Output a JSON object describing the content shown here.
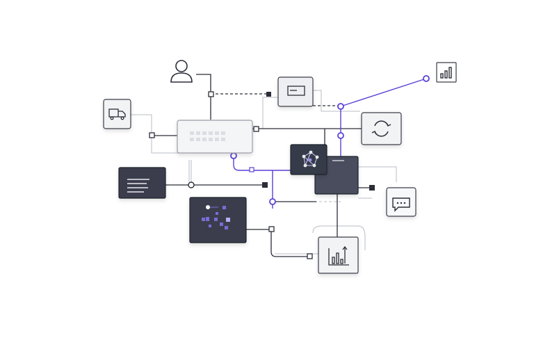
{
  "diagram": {
    "colors": {
      "background": "#ffffff",
      "line_dark": "#2b2d38",
      "line_light": "#b9bcc4",
      "accent": "#5b3fd6",
      "node_light_fill": "#f2f3f5",
      "node_light_stroke": "#3a3d48",
      "node_dark_fill": "#3a3e4d",
      "node_dark_stroke": "#1f2129",
      "icon_dark": "#2b2d38",
      "icon_light": "#e9eaf0",
      "icon_accent": "#7c6bd6"
    },
    "nodes": [
      {
        "id": "user",
        "icon": "user-icon"
      },
      {
        "id": "delivery",
        "icon": "truck-icon"
      },
      {
        "id": "browser-window",
        "icon": "window-icon"
      },
      {
        "id": "keyboard-panel",
        "icon": "keyboard-icon"
      },
      {
        "id": "document-list",
        "icon": "text-lines-icon"
      },
      {
        "id": "pixel-grid",
        "icon": "scatter-squares-icon"
      },
      {
        "id": "network-cluster",
        "icon": "network-icon"
      },
      {
        "id": "server-block",
        "icon": "server-icon"
      },
      {
        "id": "sync",
        "icon": "refresh-icon"
      },
      {
        "id": "analytics-small",
        "icon": "bar-chart-icon"
      },
      {
        "id": "message",
        "icon": "chat-bubble-icon"
      },
      {
        "id": "growth-chart",
        "icon": "chart-up-icon"
      }
    ]
  }
}
